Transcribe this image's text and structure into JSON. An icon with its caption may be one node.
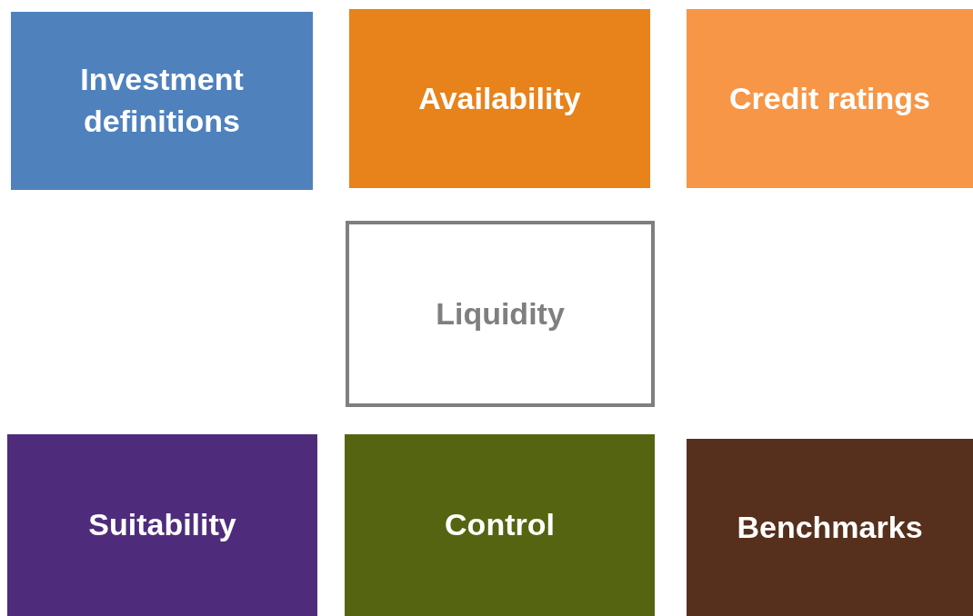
{
  "diagram": {
    "nodes": [
      {
        "text": [
          "Investment definitions"
        ]
      },
      {
        "text": [
          "Availability"
        ]
      },
      {
        "text": [
          "Credit ratings"
        ]
      },
      {
        "text": [
          "Liquidity"
        ]
      },
      {
        "text": [
          "Suitability"
        ]
      },
      {
        "text": [
          "Control"
        ]
      },
      {
        "text": [
          "Benchmarks"
        ]
      }
    ]
  }
}
